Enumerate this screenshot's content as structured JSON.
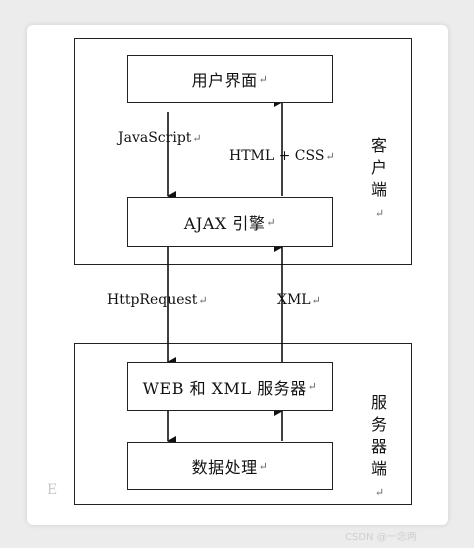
{
  "diagram": {
    "nodes": {
      "ui": "用户界面",
      "ajax": "AJAX 引擎",
      "server": "WEB 和 XML 服务器",
      "processing": "数据处理"
    },
    "edges": {
      "javascript": "JavaScript",
      "html_css": "HTML + CSS",
      "http_request": "HttpRequest",
      "xml": "XML"
    },
    "regions": {
      "client": "客户端",
      "server": "服务器端"
    },
    "return_mark": "↵",
    "corner_mark": "E",
    "watermark": "CSDN @一念两"
  }
}
